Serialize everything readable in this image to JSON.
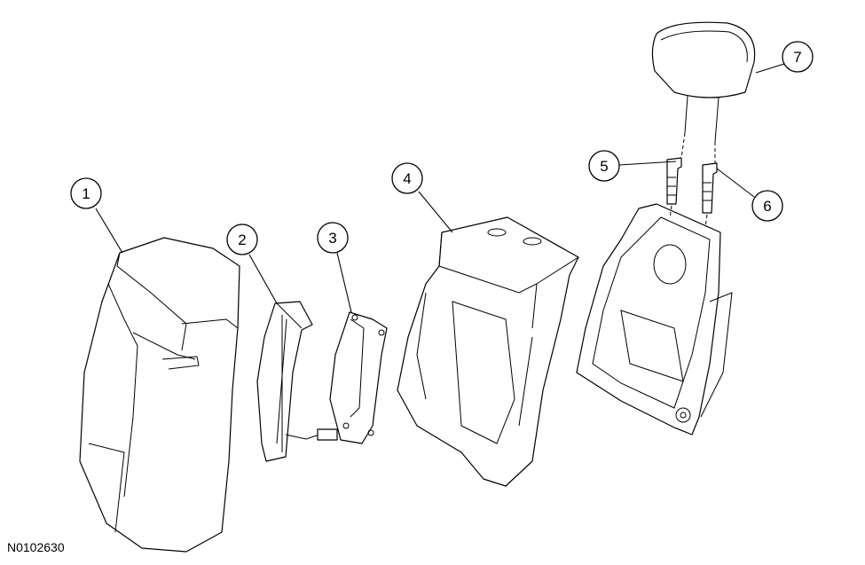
{
  "figure_id": "N0102630",
  "callouts": [
    {
      "label": "1"
    },
    {
      "label": "2"
    },
    {
      "label": "3"
    },
    {
      "label": "4"
    },
    {
      "label": "5"
    },
    {
      "label": "6"
    },
    {
      "label": "7"
    }
  ]
}
